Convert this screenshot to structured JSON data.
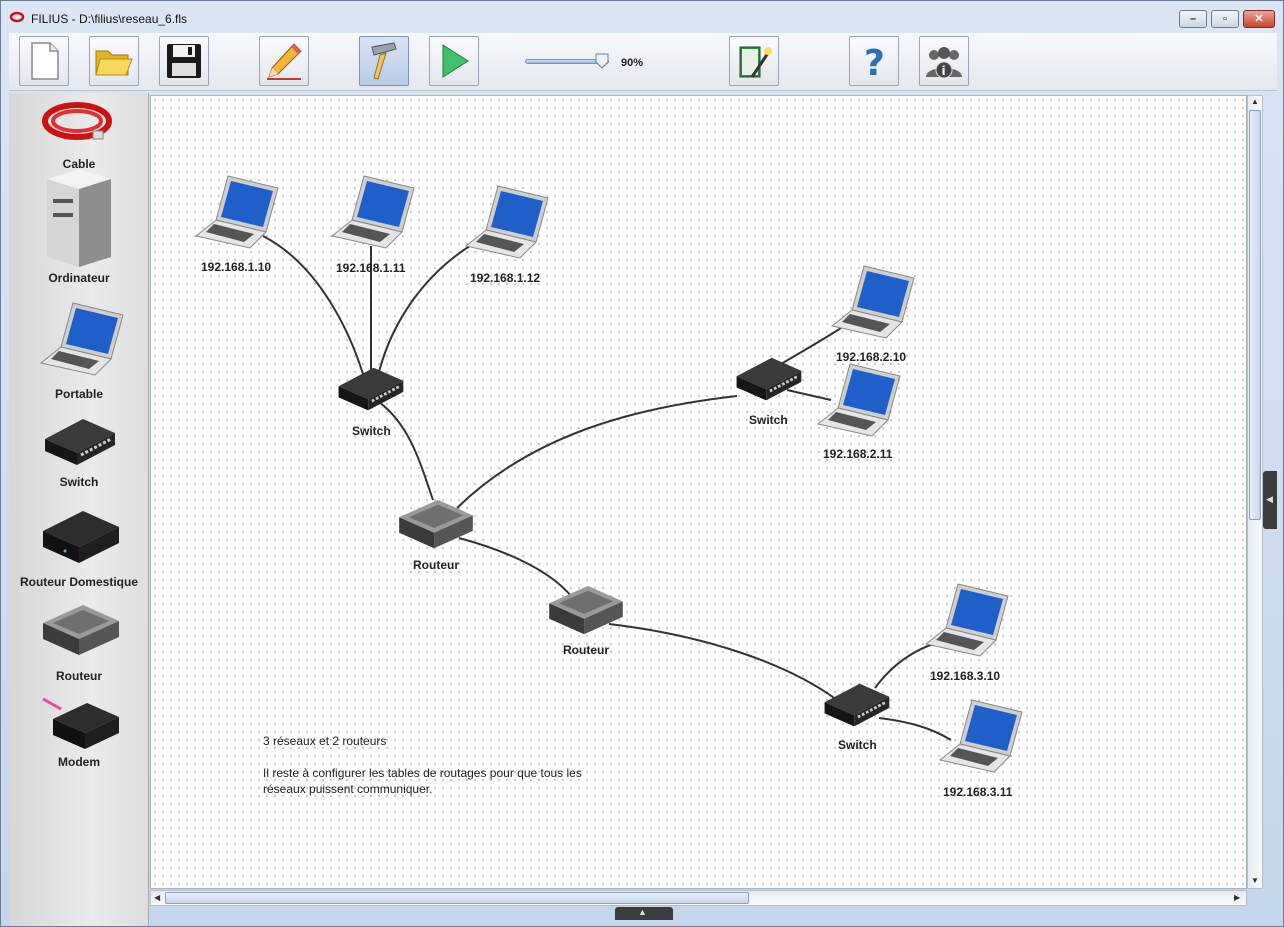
{
  "window": {
    "title": "FILIUS - D:\\filius\\reseau_6.fls"
  },
  "toolbar": {
    "buttons": [
      {
        "name": "new-file-button",
        "icon": "new-file-icon"
      },
      {
        "name": "open-folder-button",
        "icon": "folder-icon"
      },
      {
        "name": "save-button",
        "icon": "floppy-disk-icon"
      },
      {
        "name": "design-mode-button",
        "icon": "pencil-icon"
      },
      {
        "name": "build-mode-button",
        "icon": "hammer-icon",
        "active": true
      },
      {
        "name": "simulation-mode-button",
        "icon": "play-icon"
      },
      {
        "name": "wizard-button",
        "icon": "magic-book-icon"
      },
      {
        "name": "help-button",
        "icon": "question-mark-icon"
      },
      {
        "name": "about-button",
        "icon": "info-people-icon"
      }
    ],
    "zoom": {
      "level": 0.9,
      "label": "90%"
    }
  },
  "sidebar": {
    "items": [
      {
        "label": "Cable",
        "icon": "cable-icon"
      },
      {
        "label": "Ordinateur",
        "icon": "computer-icon"
      },
      {
        "label": "Portable",
        "icon": "laptop-icon"
      },
      {
        "label": "Switch",
        "icon": "switch-icon"
      },
      {
        "label": "Routeur Domestique",
        "icon": "home-router-icon"
      },
      {
        "label": "Routeur",
        "icon": "router-icon"
      },
      {
        "label": "Modem",
        "icon": "modem-icon"
      }
    ]
  },
  "network": {
    "nodes": [
      {
        "id": "pc1",
        "kind": "laptop",
        "label": "192.168.1.10"
      },
      {
        "id": "pc2",
        "kind": "laptop",
        "label": "192.168.1.11"
      },
      {
        "id": "pc3",
        "kind": "laptop",
        "label": "192.168.1.12"
      },
      {
        "id": "sw1",
        "kind": "switch",
        "label": "Switch"
      },
      {
        "id": "pc4",
        "kind": "laptop",
        "label": "192.168.2.10"
      },
      {
        "id": "pc5",
        "kind": "laptop",
        "label": "192.168.2.11"
      },
      {
        "id": "sw2",
        "kind": "switch",
        "label": "Switch"
      },
      {
        "id": "r1",
        "kind": "router",
        "label": "Routeur"
      },
      {
        "id": "r2",
        "kind": "router",
        "label": "Routeur"
      },
      {
        "id": "pc6",
        "kind": "laptop",
        "label": "192.168.3.10"
      },
      {
        "id": "pc7",
        "kind": "laptop",
        "label": "192.168.3.11"
      },
      {
        "id": "sw3",
        "kind": "switch",
        "label": "Switch"
      }
    ],
    "links": [
      [
        "pc1",
        "sw1"
      ],
      [
        "pc2",
        "sw1"
      ],
      [
        "pc3",
        "sw1"
      ],
      [
        "sw1",
        "r1"
      ],
      [
        "r1",
        "sw2"
      ],
      [
        "sw2",
        "pc4"
      ],
      [
        "sw2",
        "pc5"
      ],
      [
        "r1",
        "r2"
      ],
      [
        "r2",
        "sw3"
      ],
      [
        "sw3",
        "pc6"
      ],
      [
        "sw3",
        "pc7"
      ]
    ]
  },
  "note": {
    "line1": "3 réseaux et 2 routeurs",
    "line2": "Il reste à configurer les tables de routages pour que tous les",
    "line3": "réseaux puissent communiquer."
  }
}
